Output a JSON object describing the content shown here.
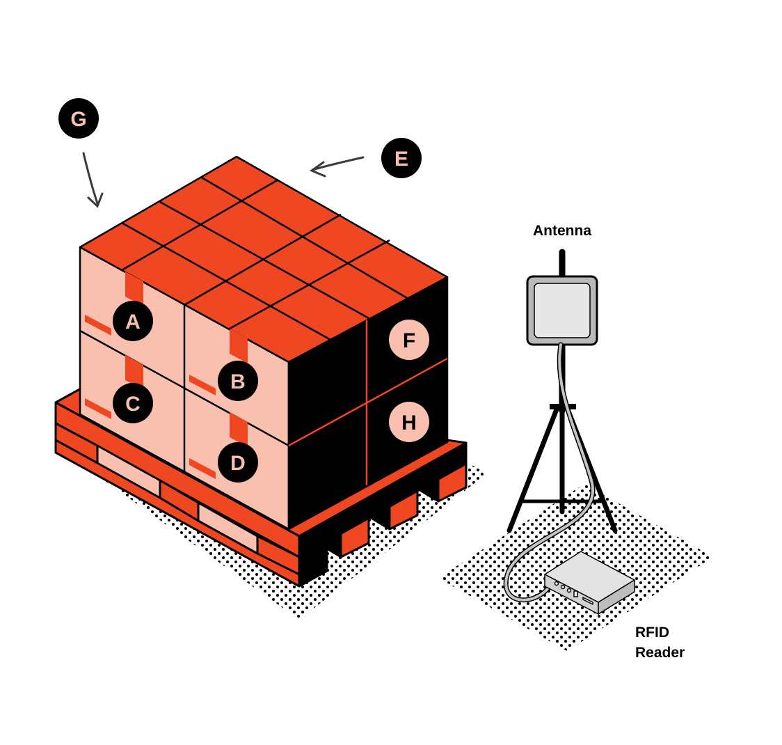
{
  "colors": {
    "accent": "#ee4722",
    "accent_light": "#f9c0b0",
    "ink": "#000000",
    "reader_gray": "#e3e3e3",
    "antenna_gray": "#b9b9b9",
    "cable_gray": "#c4c4c4"
  },
  "labels": {
    "antenna": "Antenna",
    "rfid_reader_line1": "RFID",
    "rfid_reader_line2": "Reader"
  },
  "markers": {
    "a": "A",
    "b": "B",
    "c": "C",
    "d": "D",
    "e": "E",
    "f": "F",
    "g": "G",
    "h": "H"
  }
}
